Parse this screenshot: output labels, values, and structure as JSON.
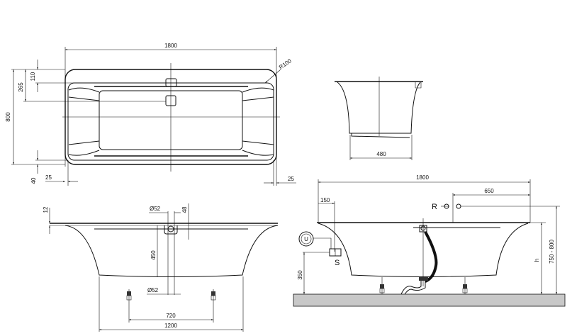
{
  "top_view": {
    "length": "1800",
    "radius": "R100",
    "width": "800",
    "dim_265": "265",
    "dim_110": "110",
    "dim_40": "40",
    "dim_25_left": "25",
    "dim_25_right": "25"
  },
  "end_view": {
    "bottom_width": "480"
  },
  "front_view": {
    "dim_12": "12",
    "overflow_dia": "Ø52",
    "dim_48": "48",
    "dim_450": "450",
    "drain_dia": "Ø52",
    "feet_spacing": "720",
    "base_length": "1200"
  },
  "install_view": {
    "length": "1800",
    "dim_650": "650",
    "dim_150": "150",
    "label_r": "R",
    "label_u": "U",
    "label_s": "S",
    "dim_350": "350",
    "label_h": "h",
    "height_range": "750 - 800"
  },
  "colors": {
    "floor": "#c8c8c8",
    "line": "#111111"
  }
}
